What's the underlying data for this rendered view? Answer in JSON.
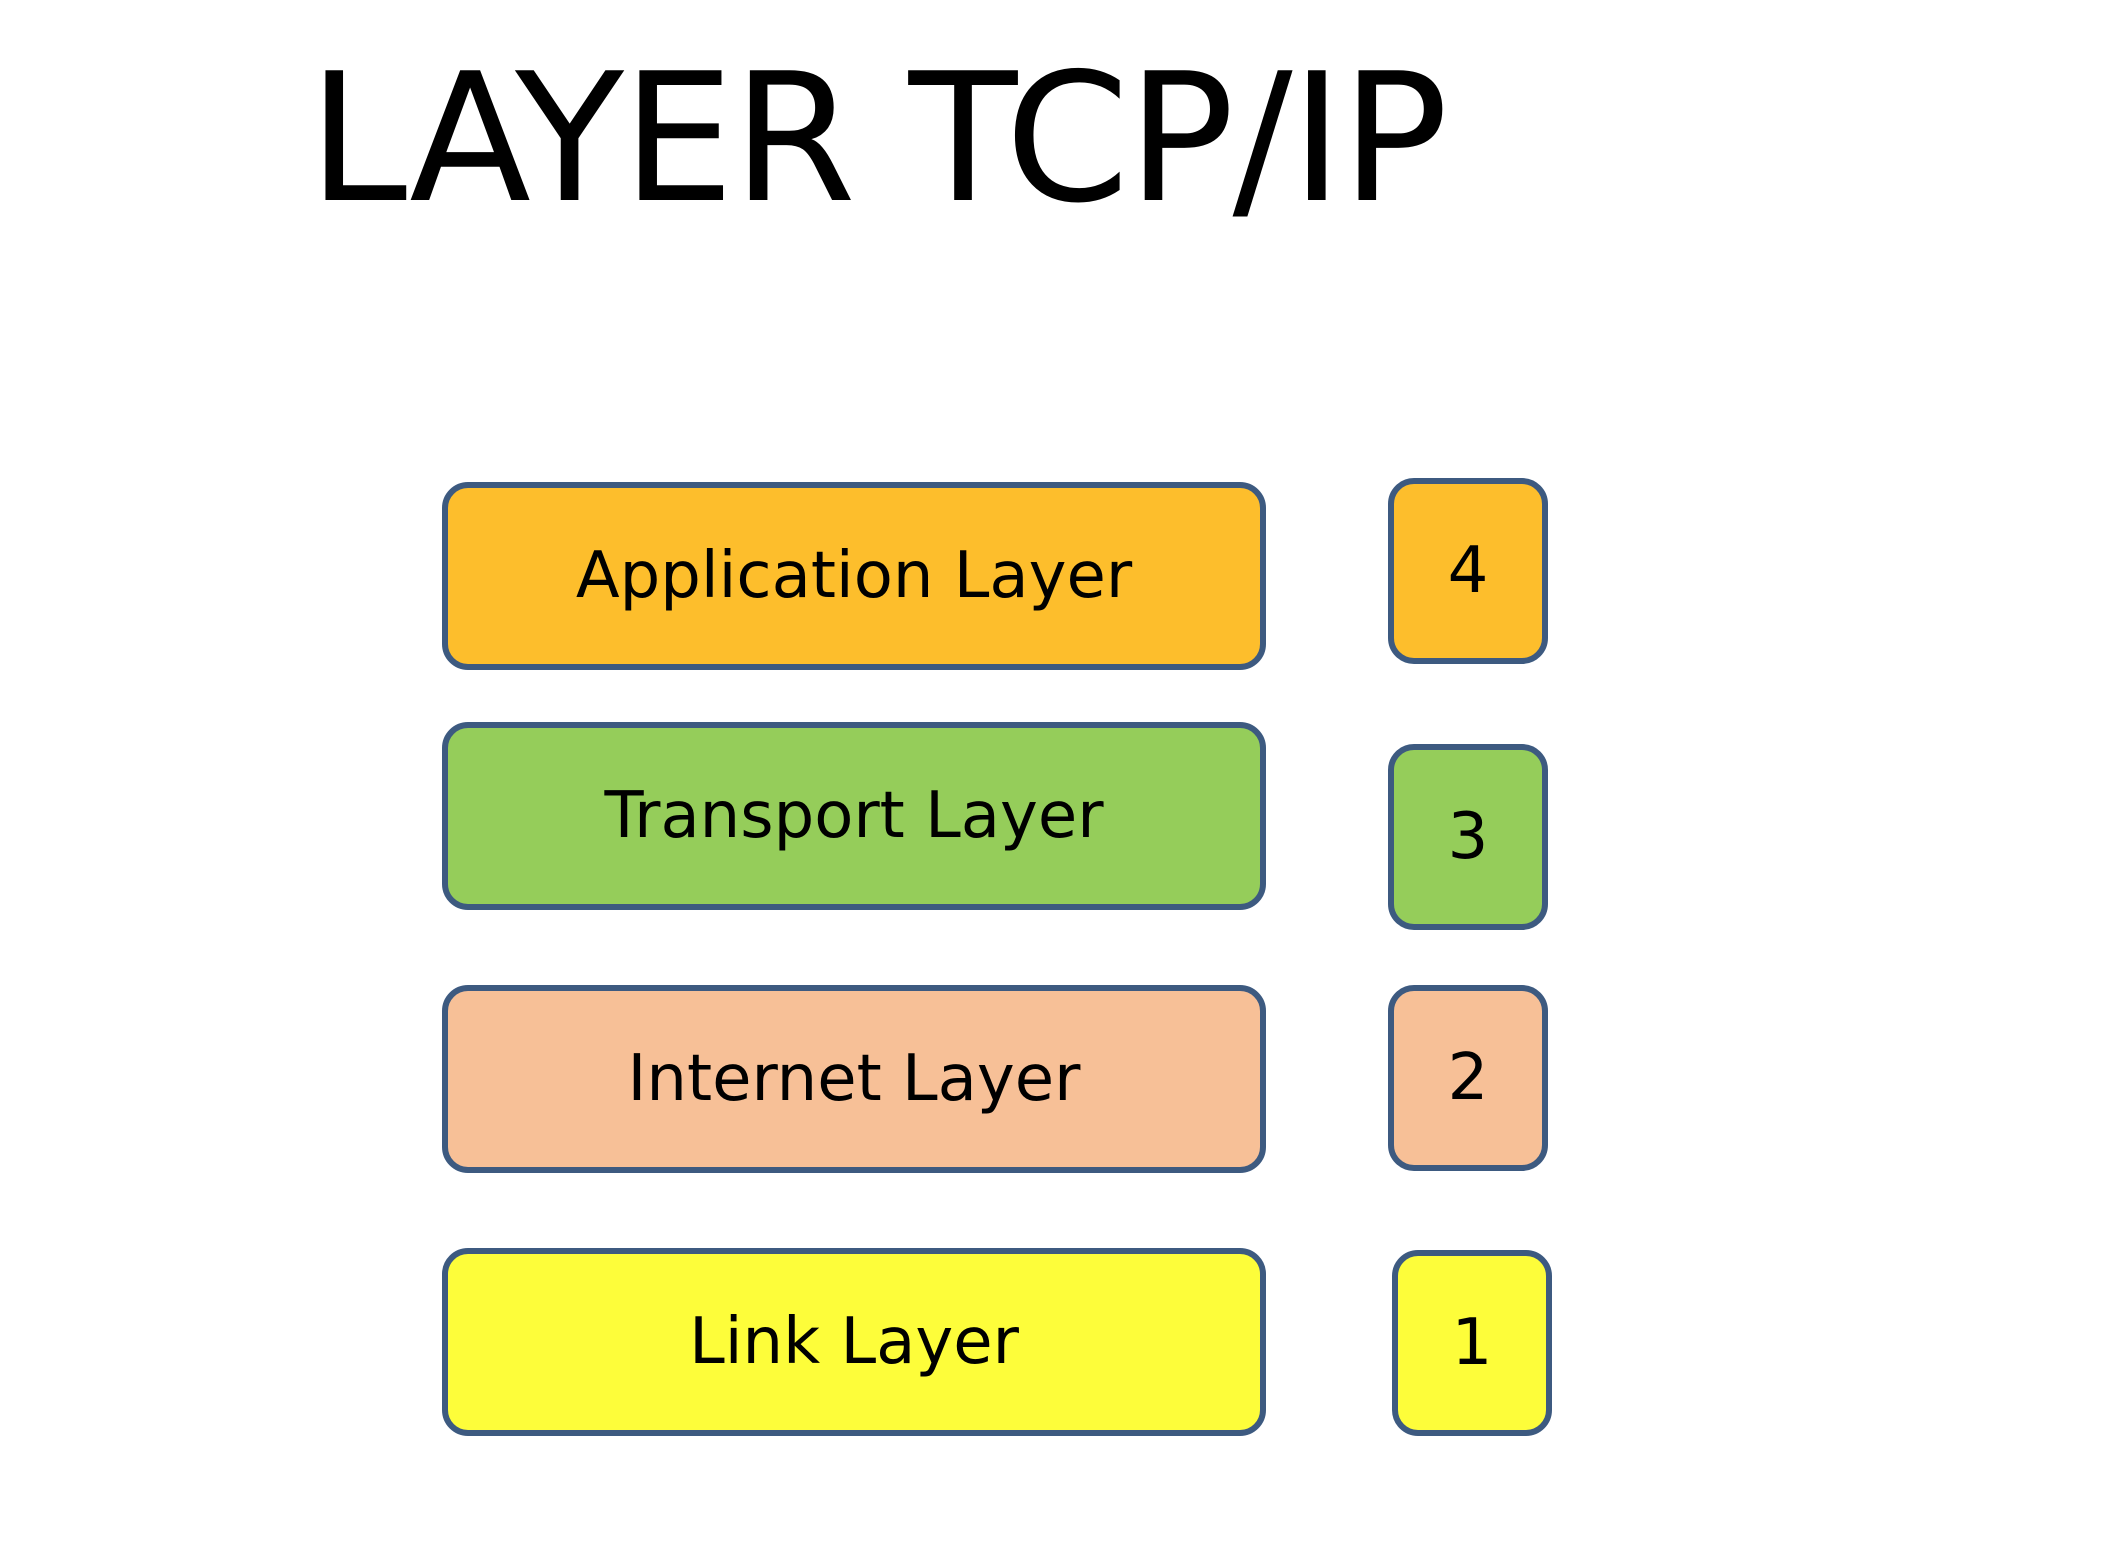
{
  "title": "LAYER TCP/IP",
  "layers": [
    {
      "name": "Application Layer",
      "number": "4",
      "color": "#fdbe2c"
    },
    {
      "name": "Transport Layer",
      "number": "3",
      "color": "#95cd5a"
    },
    {
      "name": "Internet Layer",
      "number": "2",
      "color": "#f7c097"
    },
    {
      "name": "Link Layer",
      "number": "1",
      "color": "#fdfd3a"
    }
  ],
  "border_color": "#3d5a80"
}
